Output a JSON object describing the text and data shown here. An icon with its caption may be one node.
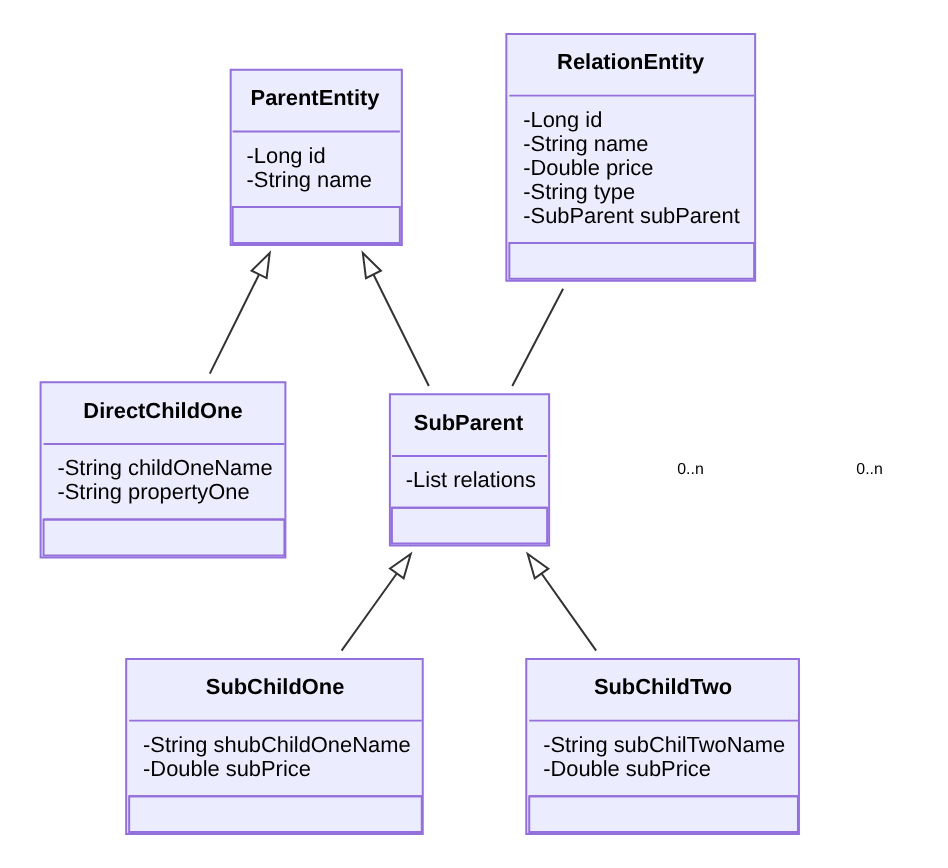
{
  "diagram": {
    "nodes": [
      {
        "text": [
          "ParentEntity",
          "-Long id",
          "-String name"
        ]
      },
      {
        "text": [
          "RelationEntity",
          "-Long id",
          "-String name",
          "-Double price",
          "-String type",
          "-SubParent subParent"
        ]
      },
      {
        "text": [
          "DirectChildOne",
          "-String childOneName",
          "-String propertyOne"
        ]
      },
      {
        "text": [
          "SubParent",
          "-List relations"
        ]
      },
      {
        "text": [
          "SubChildOne",
          "-String shubChildOneName",
          "-Double subPrice"
        ]
      },
      {
        "text": [
          "SubChildTwo",
          "-String subChilTwoName",
          "-Double subPrice"
        ]
      }
    ],
    "edges": [
      {
        "from": 2,
        "to": 0,
        "arrow": "to"
      },
      {
        "from": 3,
        "to": 0,
        "arrow": "to"
      },
      {
        "from": 1,
        "to": 3,
        "arrow": "none"
      },
      {
        "from": 4,
        "to": 3,
        "arrow": "to"
      },
      {
        "from": 5,
        "to": 3,
        "arrow": "to"
      }
    ],
    "labels": [
      "0..n",
      "0..n"
    ]
  }
}
